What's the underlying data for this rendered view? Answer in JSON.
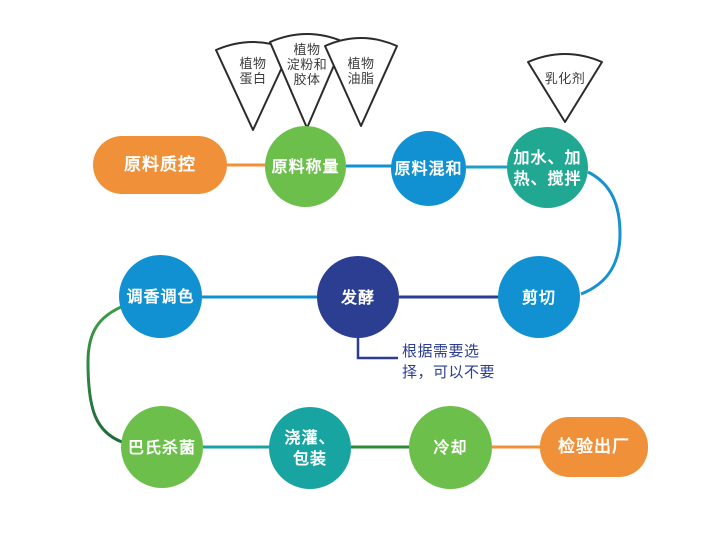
{
  "diagram": {
    "background": "#ffffff",
    "nodes": [
      {
        "id": "material-quality-control",
        "label": "原料质控",
        "shape": "pill",
        "color": "#F0913A"
      },
      {
        "id": "material-weighing",
        "label": "原料称量",
        "shape": "circle",
        "color": "#6CBF4B"
      },
      {
        "id": "material-mixing",
        "label": "原料混和",
        "shape": "circle",
        "color": "#1191D2"
      },
      {
        "id": "add-water-heat-stir",
        "label": "加水、加\n热、搅拌",
        "shape": "circle",
        "color": "#20A893"
      },
      {
        "id": "flavoring-coloring",
        "label": "调香调色",
        "shape": "circle",
        "color": "#1191D2"
      },
      {
        "id": "fermentation",
        "label": "发酵",
        "shape": "circle",
        "color": "#2B3E92"
      },
      {
        "id": "shearing",
        "label": "剪切",
        "shape": "circle",
        "color": "#1191D2"
      },
      {
        "id": "pasteurization",
        "label": "巴氏杀菌",
        "shape": "circle",
        "color": "#6CBF4B"
      },
      {
        "id": "filling-packaging",
        "label": "浇灌、\n包装",
        "shape": "circle",
        "color": "#18A4A0"
      },
      {
        "id": "cooling",
        "label": "冷却",
        "shape": "circle",
        "color": "#6CBF4B"
      },
      {
        "id": "inspection-shipment",
        "label": "检验出厂",
        "shape": "pill",
        "color": "#F0913A"
      }
    ],
    "inputs": [
      {
        "id": "plant-protein",
        "label": "植物\n蛋白"
      },
      {
        "id": "plant-starch-colloid",
        "label": "植物\n淀粉和\n胶体"
      },
      {
        "id": "plant-oil",
        "label": "植物\n油脂"
      },
      {
        "id": "emulsifier",
        "label": "乳化剂"
      }
    ],
    "annotation": {
      "text": "根据需要选\n择，可以不要",
      "color": "#2B3E92"
    },
    "connectors": {
      "qc_to_weighing": "#F0913A",
      "weighing_to_mixing": "#1191D2",
      "mixing_to_heat": "#1CA0C4",
      "heat_to_shear_curve": "#1791D0",
      "shear_to_ferment": "#2B3E92",
      "ferment_to_flavor": "#1191D2",
      "flavor_to_pasteur_top": "#3F9D45",
      "flavor_to_pasteur_bottom": "#1E6B3C",
      "pasteur_to_filling": "#17A3A3",
      "filling_to_cooling": "#2E8B35",
      "cooling_to_inspection": "#F0913A",
      "note_line": "#2B3E92"
    },
    "fan_style": {
      "fill": "#FFFFFF",
      "stroke": "#2B2B2B"
    }
  }
}
